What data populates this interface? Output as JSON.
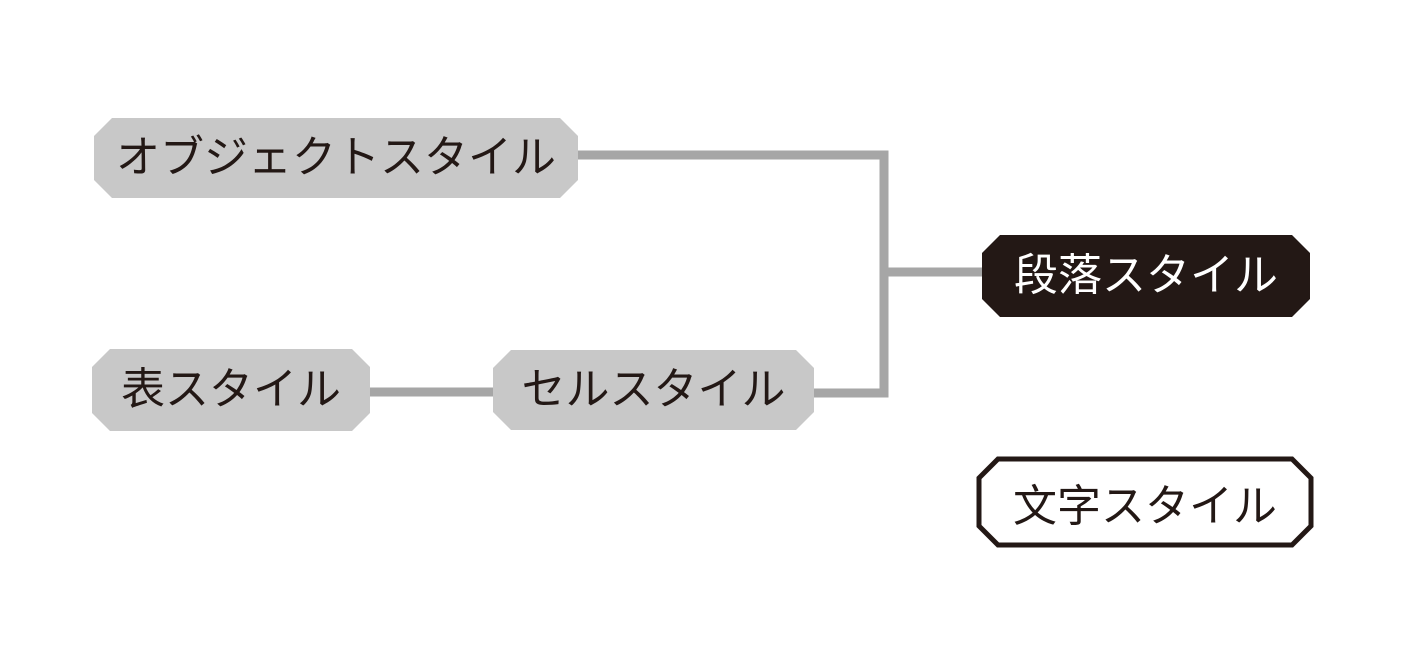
{
  "colors": {
    "connector": "#a6a6a6",
    "box_fill": "#c8c8c8",
    "highlight_fill": "#231815",
    "text_dark": "#231815",
    "text_light": "#ffffff"
  },
  "nodes": {
    "object_style": "オブジェクトスタイル",
    "table_style": "表スタイル",
    "cell_style": "セルスタイル",
    "paragraph_style": "段落スタイル",
    "character_style": "文字スタイル"
  }
}
